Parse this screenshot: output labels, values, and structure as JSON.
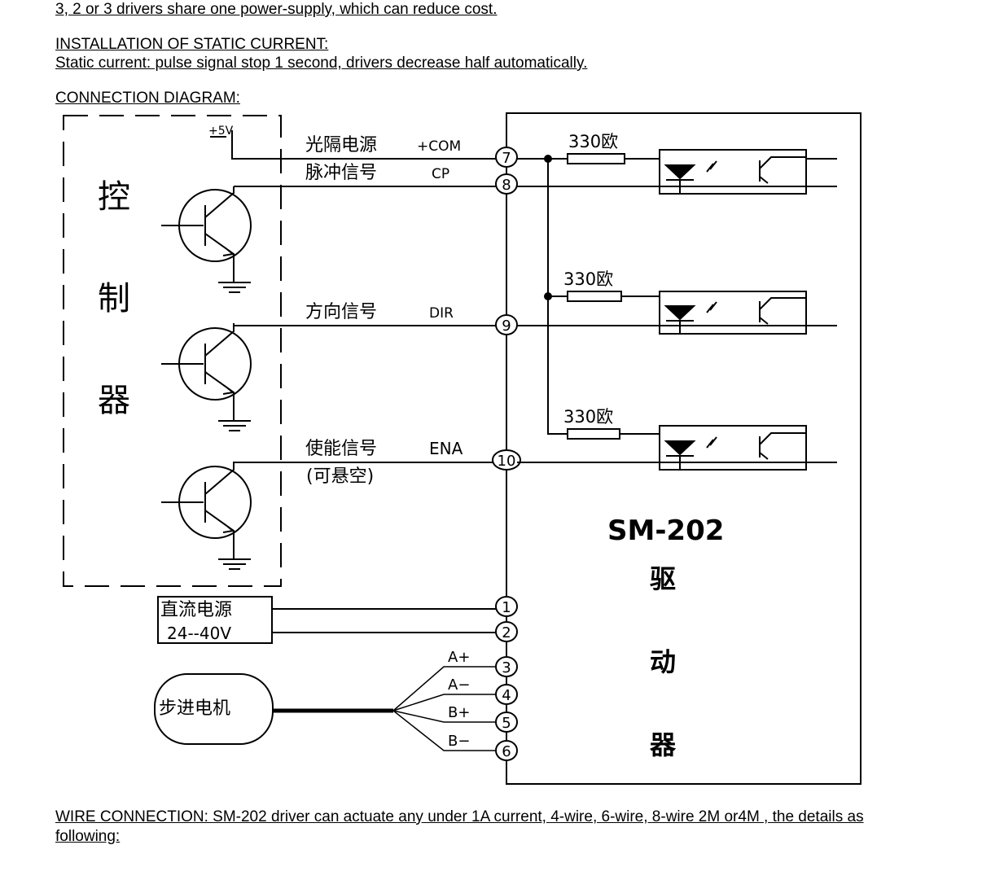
{
  "doc": {
    "line1": "3, 2 or 3 drivers share one power-supply, which can reduce cost.",
    "static_heading": "INSTALLATION OF STATIC CURRENT:",
    "static_text": "Static current: pulse signal stop 1 second, drivers decrease half automatically.",
    "diagram_heading": "CONNECTION DIAGRAM:",
    "wire_text": "WIRE CONNECTION: SM-202 driver can actuate any under 1A current, 4-wire, 6-wire, 8-wire 2M or4M , the details as",
    "wire_text2": "following:"
  },
  "diagram": {
    "controller": [
      "控",
      "制",
      "器"
    ],
    "plus5v": "+5V",
    "signals": [
      {
        "cn": "光隔电源",
        "en": "+COM",
        "pin": "7"
      },
      {
        "cn": "脉冲信号",
        "en": "CP",
        "pin": "8"
      },
      {
        "cn": "方向信号",
        "en": "DIR",
        "pin": "9"
      },
      {
        "cn": "使能信号",
        "en": "ENA",
        "pin": "10",
        "note": "(可悬空)"
      }
    ],
    "resistor_label": "330欧",
    "driver_model": "SM-202",
    "driver_label": [
      "驱",
      "动",
      "器"
    ],
    "power": {
      "label": "直流电源",
      "voltage": "24--40V",
      "pins": [
        "1",
        "2"
      ]
    },
    "motor": {
      "label": "步进电机",
      "phases": [
        "A+",
        "A−",
        "B+",
        "B−"
      ],
      "pins": [
        "3",
        "4",
        "5",
        "6"
      ]
    }
  }
}
